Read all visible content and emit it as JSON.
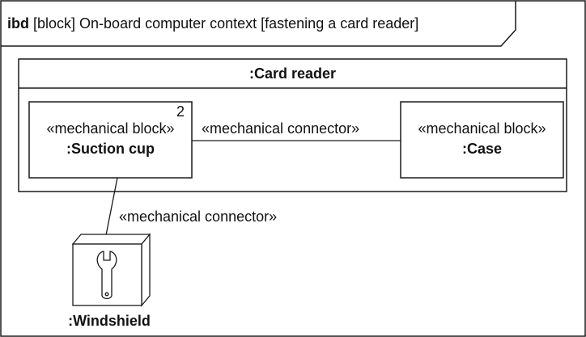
{
  "diagram": {
    "frame_kind": "ibd",
    "frame_title": "[block] On-board computer context [fastening a card reader]",
    "card_reader": {
      "name": ":Card reader"
    },
    "suction_cup": {
      "stereotype": "«mechanical block»",
      "name": ":Suction cup",
      "multiplicity": "2"
    },
    "case": {
      "stereotype": "«mechanical block»",
      "name": ":Case"
    },
    "connector_top": {
      "stereotype": "«mechanical connector»"
    },
    "connector_bottom": {
      "stereotype": "«mechanical connector»"
    },
    "windshield": {
      "name": ":Windshield",
      "icon": "wrench-icon"
    }
  },
  "colors": {
    "line": "#1a1a1a",
    "background": "#ffffff",
    "node_face": "#ffffff"
  }
}
